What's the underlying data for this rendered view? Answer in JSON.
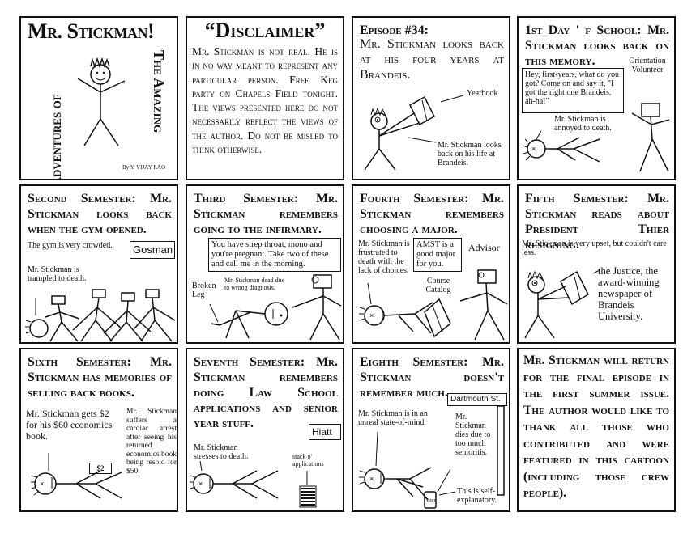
{
  "p1": {
    "title": "Mr. Stickman!",
    "left_vertical": "Adventures of",
    "right_vertical": "The Amazing",
    "byline": "By Y. VIJAY RAO"
  },
  "p2": {
    "title": "“Disclaimer”",
    "body": "Mr. Stickman is not real. He is in no way meant to represent any particular person. Free Keg party on Chapels Field tonight. The views presented here do not necessarily reflect the views of the author. Do not be misled to think otherwise."
  },
  "p3": {
    "episode": "Episode #34:",
    "text": "Mr. Stickman looks back at his four years at Brandeis.",
    "yearbook": "Yearbook",
    "caption": "Mr. Stickman looks back on his life at Brandeis."
  },
  "p4": {
    "header": "1st Day ' f School: Mr. Stickman looks back on this memory.",
    "volunteer": "Orientation Volunteer",
    "speech": "Hey, first-years, what do you got? Come on and say it, \"I got the right one Brandeis, ah-ha!\"",
    "caption": "Mr. Stickman is annoyed to death."
  },
  "p5": {
    "header": "Second Semester: Mr. Stickman looks back when the gym opened.",
    "note": "The gym is very crowded.",
    "sign": "Gosman",
    "caption": "Mr. Stickman is trampled to death."
  },
  "p6": {
    "header": "Third Semester: Mr. Stickman remembers going to the infirmary.",
    "speech": "You have strep throat, mono and you're pregnant. Take two of these and call me in the morning.",
    "broken_leg": "Broken Leg",
    "caption": "Mr. Stickman dead due to wrong diagnosis."
  },
  "p7": {
    "header": "Fourth Semester: Mr. Stickman remembers choosing a major.",
    "caption": "Mr. Stickman is frustrated to death with the lack of choices.",
    "speech": "AMST is a good major for you.",
    "advisor": "Advisor",
    "catalog": "Course Catalog"
  },
  "p8": {
    "header": "Fifth Semester: Mr. Stickman reads about President Thier resigning.",
    "note": "Mr. Stickman is very upset, but couldn't care less.",
    "caption": "the Justice, the award-winning newspaper of Brandeis University."
  },
  "p9": {
    "header": "Sixth Semester: Mr. Stickman has memories of selling back books.",
    "left": "Mr. Stickman gets $2 for his $60 economics book.",
    "right": "Mr. Stickman suffers a cardiac arrest after seeing his returned economics book being resold for $50.",
    "price": "$2"
  },
  "p10": {
    "header": "Seventh Semester: Mr. Stickman remembers doing Law School applications and senior year stuff.",
    "sign": "Hiatt",
    "caption": "Mr. Stickman stresses to death.",
    "stack": "stack o' applications"
  },
  "p11": {
    "header": "Eighth Semester: Mr. Stickman doesn't remember much.",
    "sign": "Dartmouth St.",
    "left": "Mr. Stickman is in an unreal state-of-mind.",
    "right": "Mr. Stickman dies due to too much senioritis.",
    "beer": "Beer",
    "self": "This is self-explanatory."
  },
  "p12": {
    "text": "Mr. Stickman will return for the final episode in the first summer issue. The author would like to thank all those who contributed and were featured in this cartoon (including those crew people)."
  }
}
